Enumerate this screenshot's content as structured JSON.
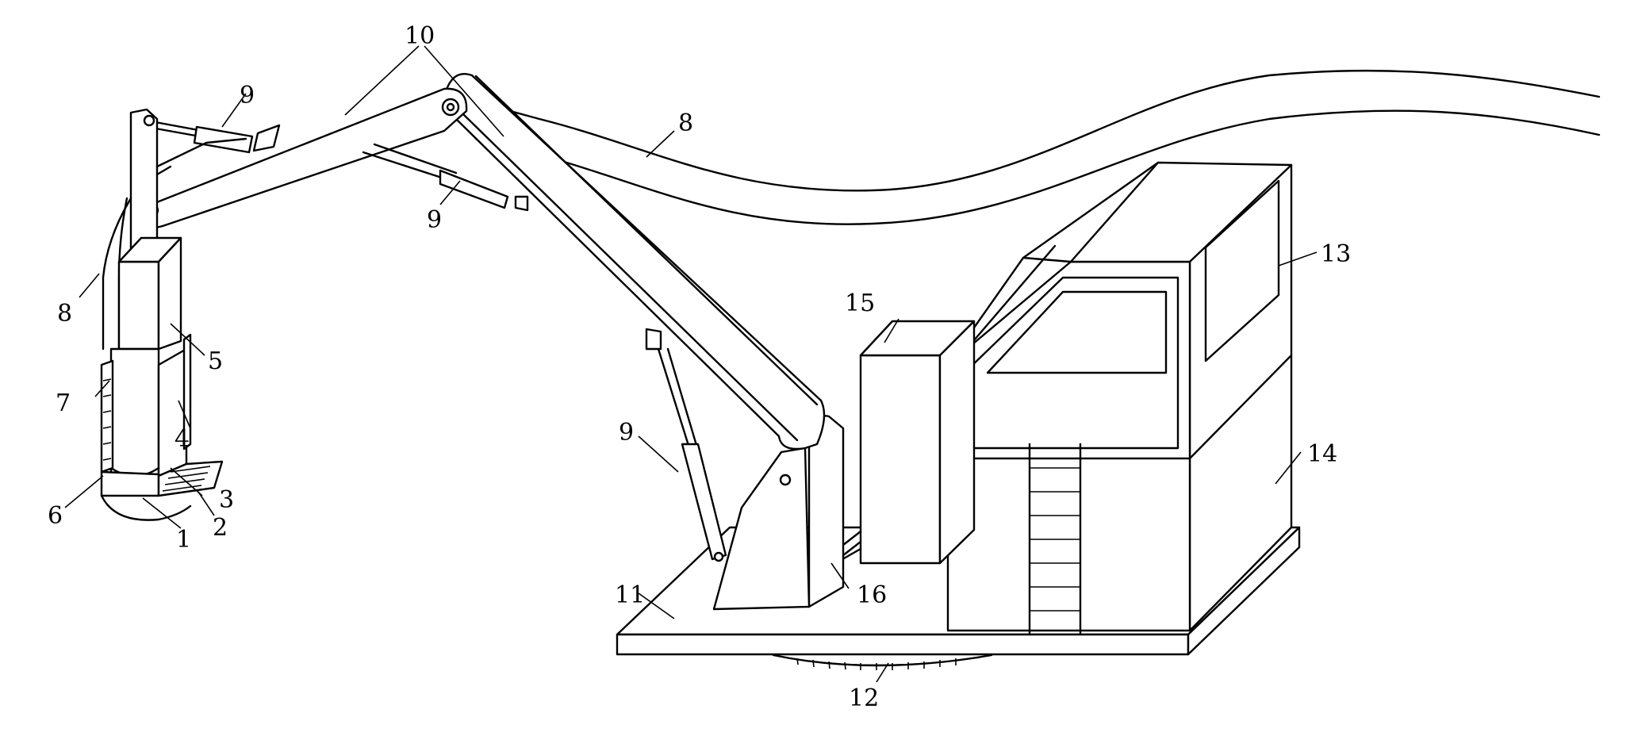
{
  "labels": {
    "l1": "1",
    "l2": "2",
    "l3": "3",
    "l4": "4",
    "l5": "5",
    "l6": "6",
    "l7": "7",
    "l8a": "8",
    "l8b": "8",
    "l9a": "9",
    "l9b": "9",
    "l9c": "9",
    "l10": "10",
    "l11": "11",
    "l12": "12",
    "l13": "13",
    "l14": "14",
    "l15": "15",
    "l16": "16"
  },
  "colors": {
    "line": "#000000",
    "background": "#ffffff"
  }
}
